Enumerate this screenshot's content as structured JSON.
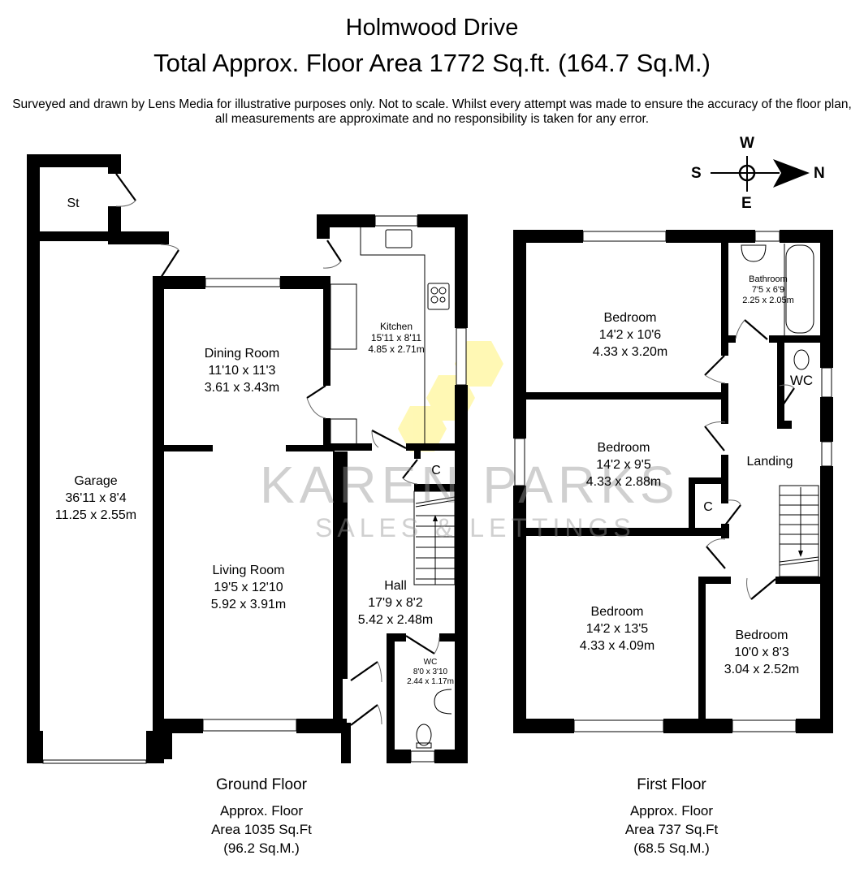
{
  "header": {
    "title": "Holmwood Drive",
    "total_area": "Total Approx. Floor Area 1772 Sq.ft. (164.7 Sq.M.)",
    "disclaimer_line1": "Surveyed and drawn by Lens Media for illustrative purposes only. Not to scale. Whilst every attempt was made to ensure the accuracy of the floor plan,",
    "disclaimer_line2": "all measurements are approximate and no responsibility is taken for any error."
  },
  "compass": {
    "north": "N",
    "south": "S",
    "east": "E",
    "west": "W"
  },
  "watermark": {
    "line1": "KAREN PARKS",
    "line2": "SALES & LETTINGS",
    "logo_color": "#fff7a8"
  },
  "ground_floor": {
    "caption": "Ground Floor",
    "area_line1": "Approx. Floor",
    "area_line2": "Area 1035 Sq.Ft",
    "area_line3": "(96.2 Sq.M.)",
    "rooms": [
      {
        "name": "St"
      },
      {
        "name": "Garage",
        "imperial": "36'11 x 8'4",
        "metric": "11.25 x 2.55m"
      },
      {
        "name": "Kitchen",
        "imperial": "15'11 x 8'11",
        "metric": "4.85 x 2.71m"
      },
      {
        "name": "Dining Room",
        "imperial": "11'10 x 11'3",
        "metric": "3.61 x 3.43m"
      },
      {
        "name": "Living Room",
        "imperial": "19'5 x 12'10",
        "metric": "5.92 x 3.91m"
      },
      {
        "name": "Hall",
        "imperial": "17'9 x 8'2",
        "metric": "5.42 x 2.48m"
      },
      {
        "name": "WC",
        "imperial": "8'0 x 3'10",
        "metric": "2.44 x 1.17m"
      },
      {
        "name": "C"
      }
    ]
  },
  "first_floor": {
    "caption": "First Floor",
    "area_line1": "Approx. Floor",
    "area_line2": "Area 737 Sq.Ft",
    "area_line3": "(68.5 Sq.M.)",
    "rooms": [
      {
        "name": "Bedroom",
        "imperial": "14'2 x 10'6",
        "metric": "4.33 x 3.20m"
      },
      {
        "name": "Bathroom",
        "imperial": "7'5 x 6'9",
        "metric": "2.25 x 2.05m"
      },
      {
        "name": "WC"
      },
      {
        "name": "Bedroom",
        "imperial": "14'2 x 9'5",
        "metric": "4.33 x 2.88m"
      },
      {
        "name": "Landing"
      },
      {
        "name": "C"
      },
      {
        "name": "Bedroom",
        "imperial": "14'2 x 13'5",
        "metric": "4.33 x 4.09m"
      },
      {
        "name": "Bedroom",
        "imperial": "10'0 x 8'3",
        "metric": "3.04 x 2.52m"
      }
    ]
  }
}
